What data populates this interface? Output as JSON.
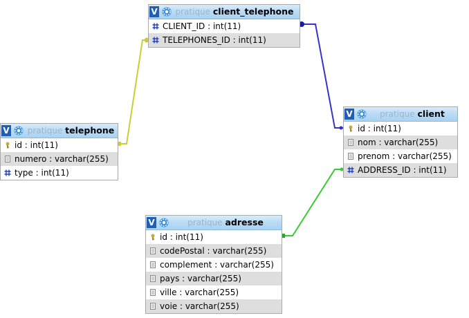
{
  "toggle_label": "V",
  "db_name": "pratique",
  "colors": {
    "header_top": "#d8ecfb",
    "header_bottom": "#a9d2f2",
    "alt_row": "#dedede",
    "link_telephone": "#cccc33",
    "link_client": "#3333cc",
    "link_adresse": "#33cc33"
  },
  "tables": {
    "client_telephone": {
      "name": "client_telephone",
      "columns": [
        {
          "label": "CLIENT_ID : int(11)",
          "icon": "hash-icon"
        },
        {
          "label": "TELEPHONES_ID : int(11)",
          "icon": "hash-icon"
        }
      ]
    },
    "telephone": {
      "name": "telephone",
      "columns": [
        {
          "label": "id : int(11)",
          "icon": "key-icon"
        },
        {
          "label": "numero : varchar(255)",
          "icon": "text-field-icon"
        },
        {
          "label": "type : int(11)",
          "icon": "hash-icon"
        }
      ]
    },
    "client": {
      "name": "client",
      "columns": [
        {
          "label": "id : int(11)",
          "icon": "key-icon"
        },
        {
          "label": "nom : varchar(255)",
          "icon": "text-field-icon"
        },
        {
          "label": "prenom : varchar(255)",
          "icon": "text-field-icon"
        },
        {
          "label": "ADDRESS_ID : int(11)",
          "icon": "hash-icon"
        }
      ]
    },
    "adresse": {
      "name": "adresse",
      "columns": [
        {
          "label": "id : int(11)",
          "icon": "key-icon"
        },
        {
          "label": "codePostal : varchar(255)",
          "icon": "text-field-icon"
        },
        {
          "label": "complement : varchar(255)",
          "icon": "text-field-icon"
        },
        {
          "label": "pays : varchar(255)",
          "icon": "text-field-icon"
        },
        {
          "label": "ville : varchar(255)",
          "icon": "text-field-icon"
        },
        {
          "label": "voie : varchar(255)",
          "icon": "text-field-icon"
        }
      ]
    }
  }
}
